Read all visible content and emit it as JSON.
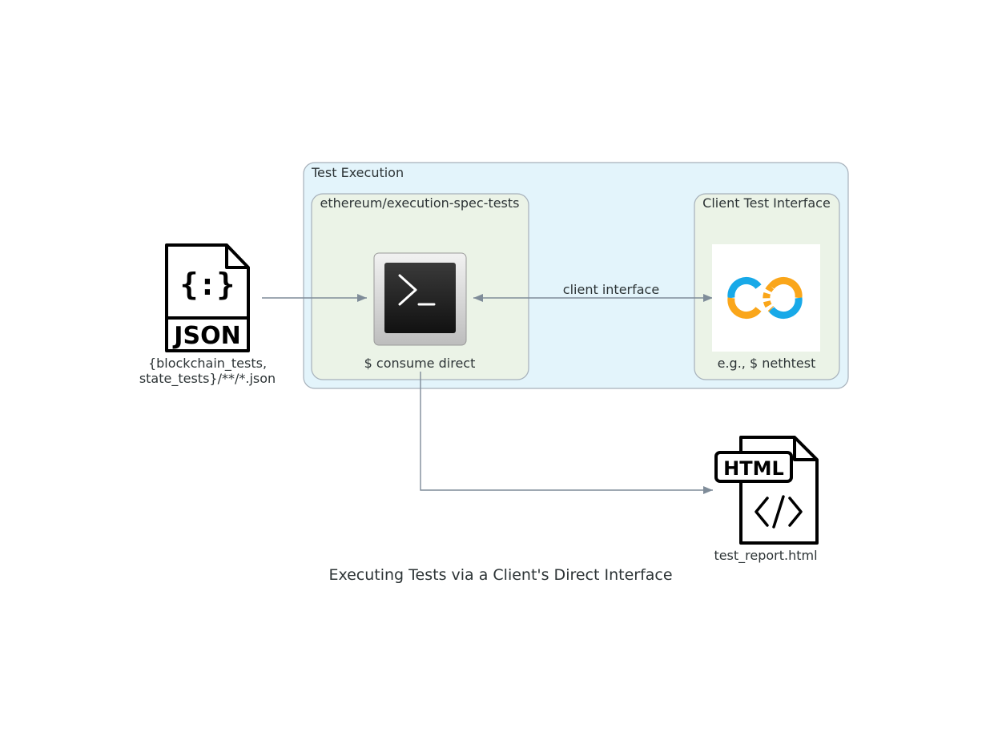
{
  "diagram": {
    "title": "Executing Tests via a Client's Direct Interface",
    "clusters": {
      "outer": "Test Execution",
      "spec_tests": "ethereum/execution-spec-tests",
      "client_interface": "Client Test Interface"
    },
    "nodes": {
      "json_file": {
        "icon_text": "JSON",
        "label_line1": "{blockchain_tests,",
        "label_line2": "state_tests}/**/*.json"
      },
      "consume": {
        "label": "$ consume direct"
      },
      "client": {
        "label": "e.g., $ nethtest"
      },
      "report": {
        "icon_text": "HTML",
        "label": "test_report.html"
      }
    },
    "edges": {
      "client_interface": "client interface"
    },
    "colors": {
      "outer_fill": "#e3f4fb",
      "inner_fill": "#ebf3e7",
      "cluster_border": "#a6b0ba",
      "edge": "#7f8c99",
      "logo_blue": "#18a9e8",
      "logo_orange": "#faa61a"
    }
  }
}
